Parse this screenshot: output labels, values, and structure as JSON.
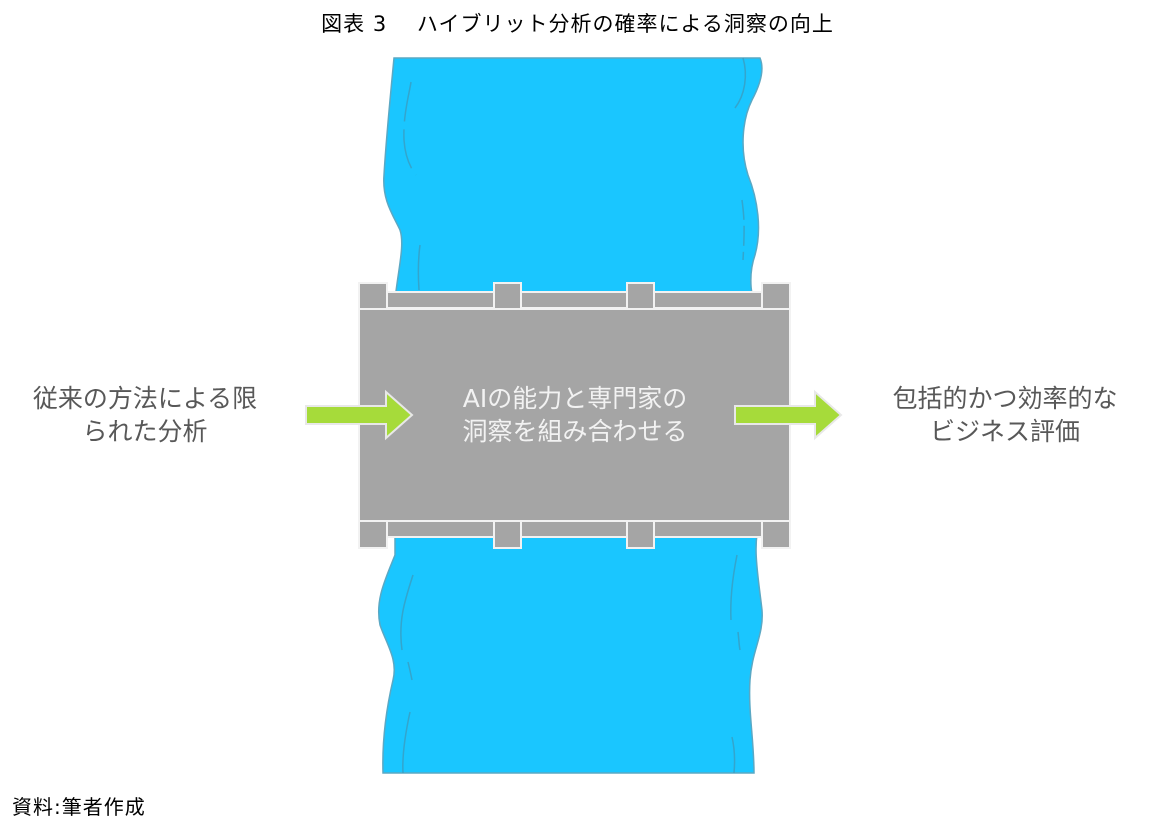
{
  "figure": {
    "title": "図表 3　 ハイブリット分析の確率による洞察の向上",
    "source": "資料:筆者作成"
  },
  "diagram": {
    "type": "bridge-over-river-flow",
    "left_label": {
      "lines": [
        "従来の方法による限",
        "られた分析"
      ]
    },
    "center_label": {
      "lines": [
        "AIの能力と専門家の",
        "洞察を組み合わせる"
      ]
    },
    "right_label": {
      "lines": [
        "包括的かつ効率的な",
        "ビジネス評価"
      ]
    },
    "icons": {
      "river": "river-icon",
      "bridge": "bridge-icon",
      "left_arrow": "arrow-right-icon",
      "right_arrow": "arrow-right-icon"
    },
    "colors": {
      "river_fill": "#1AC6FF",
      "river_edge": "#3BA6C8",
      "bridge_fill": "#A5A5A5",
      "bridge_outline": "#F2F2F2",
      "arrow_fill": "#A6DB3A",
      "side_text": "#585858",
      "center_text": "#F2F2F2"
    }
  }
}
